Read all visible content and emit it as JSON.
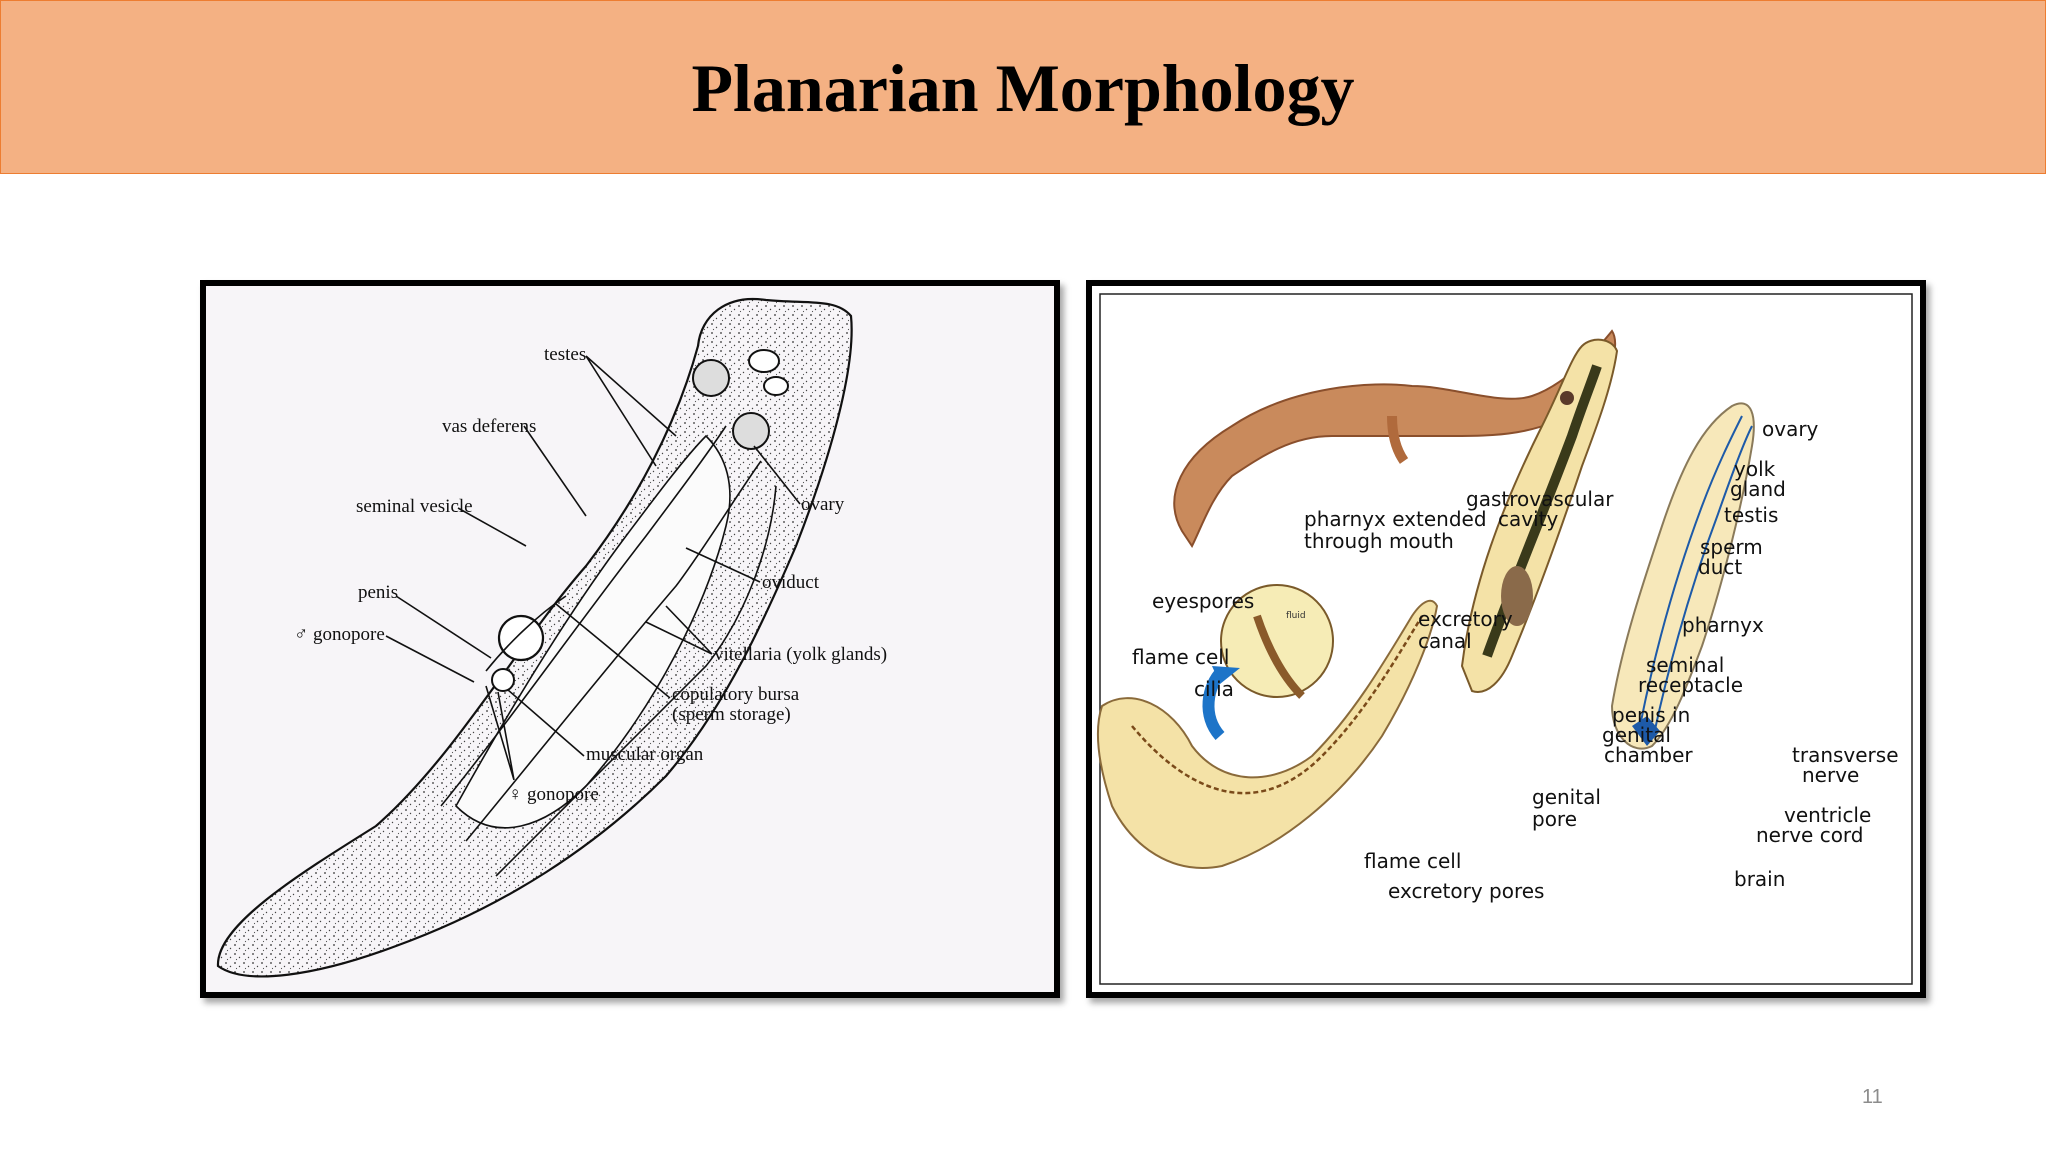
{
  "slide": {
    "title": "Planarian Morphology",
    "page_number": "11"
  },
  "left_diagram": {
    "labels": {
      "testes": "testes",
      "vas_deferens": "vas deferens",
      "seminal_vesicle": "seminal vesicle",
      "penis": "penis",
      "male_gonopore": "♂ gonopore",
      "ovary": "ovary",
      "oviduct": "oviduct",
      "vitellaria": "vitellaria (yolk glands)",
      "copulatory_bursa_1": "copulatory bursa",
      "copulatory_bursa_2": "(sperm storage)",
      "muscular_organ": "muscular organ",
      "female_gonopore": "♀ gonopore"
    }
  },
  "right_diagram": {
    "labels": {
      "pharnyx_1": "pharnyx extended",
      "pharnyx_2": "through mouth",
      "gastro_1": "gastrovascular",
      "gastro_2": "cavity",
      "eyespores": "eyespores",
      "flame_cell_top": "flame cell",
      "cilia": "cilia",
      "excretory_1": "excretory",
      "excretory_2": "canal",
      "ovary": "ovary",
      "yolk_1": "yolk",
      "yolk_2": "gland",
      "testis": "testis",
      "sperm_1": "sperm",
      "sperm_2": "duct",
      "pharnyx": "pharnyx",
      "seminal_1": "seminal",
      "seminal_2": "receptacle",
      "penis_1": "penis in",
      "penis_2": "genital",
      "penis_3": "chamber",
      "genital_1": "genital",
      "genital_2": "pore",
      "transverse_1": "transverse",
      "transverse_2": "nerve",
      "ventricle_1": "ventricle",
      "ventricle_2": "nerve cord",
      "brain": "brain",
      "flame_cell_bottom": "flame cell",
      "excretory_pores": "excretory pores",
      "fluid": "fluid"
    }
  }
}
